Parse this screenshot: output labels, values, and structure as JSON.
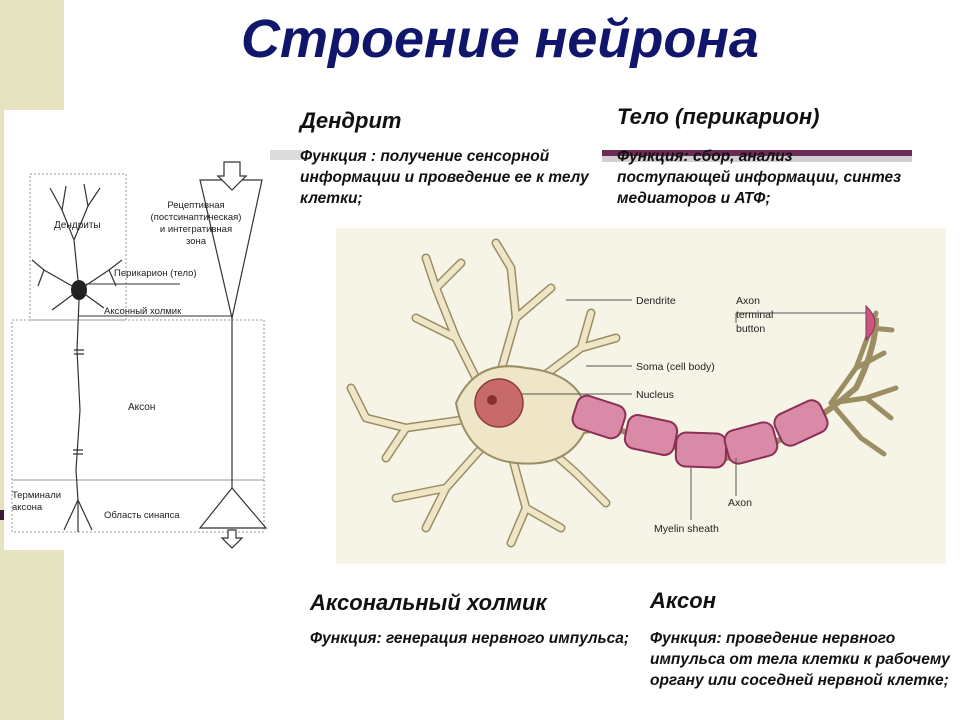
{
  "slide": {
    "title": "Строение нейрона"
  },
  "sections": {
    "dendrite": {
      "heading": "Дендрит",
      "function": "Функция : получение сенсорной информации и проведение ее к телу клетки;"
    },
    "body": {
      "heading": "Тело (перикарион)",
      "function": "Функция: сбор, анализ поступающей информации, синтез медиаторов и АТФ;"
    },
    "hillock": {
      "heading": "Аксональный холмик",
      "function": "Функция: генерация нервного импульса;"
    },
    "axon": {
      "heading": "Аксон",
      "function": "Функция: проведение нервного импульса от тела клетки к рабочему органу или соседней нервной клетке;"
    }
  },
  "left_diagram": {
    "labels": {
      "dendrites": "Дендриты",
      "receptive_line1": "Рецептивная",
      "receptive_line2": "(постсинаптическая)",
      "receptive_line3": "и интегративная",
      "receptive_line4": "зона",
      "perikaryon": "Перикарион (тело)",
      "hillock": "Аксонный холмик",
      "axon": "Аксон",
      "terminals_line1": "Терминали",
      "terminals_line2": "аксона",
      "synapse_area": "Область синапса"
    }
  },
  "right_diagram": {
    "labels": {
      "dendrite": "Dendrite",
      "axon_terminal_line1": "Axon",
      "axon_terminal_line2": "terminal",
      "axon_terminal_line3": "button",
      "soma": "Soma (cell body)",
      "nucleus": "Nucleus",
      "axon": "Axon",
      "myelin": "Myelin sheath"
    },
    "colors": {
      "cell": "#efe6c8",
      "cell_outline": "#9c8e63",
      "nucleus": "#c96a6a",
      "myelin": "#d98aa6",
      "myelin_outline": "#8a2f55"
    }
  }
}
